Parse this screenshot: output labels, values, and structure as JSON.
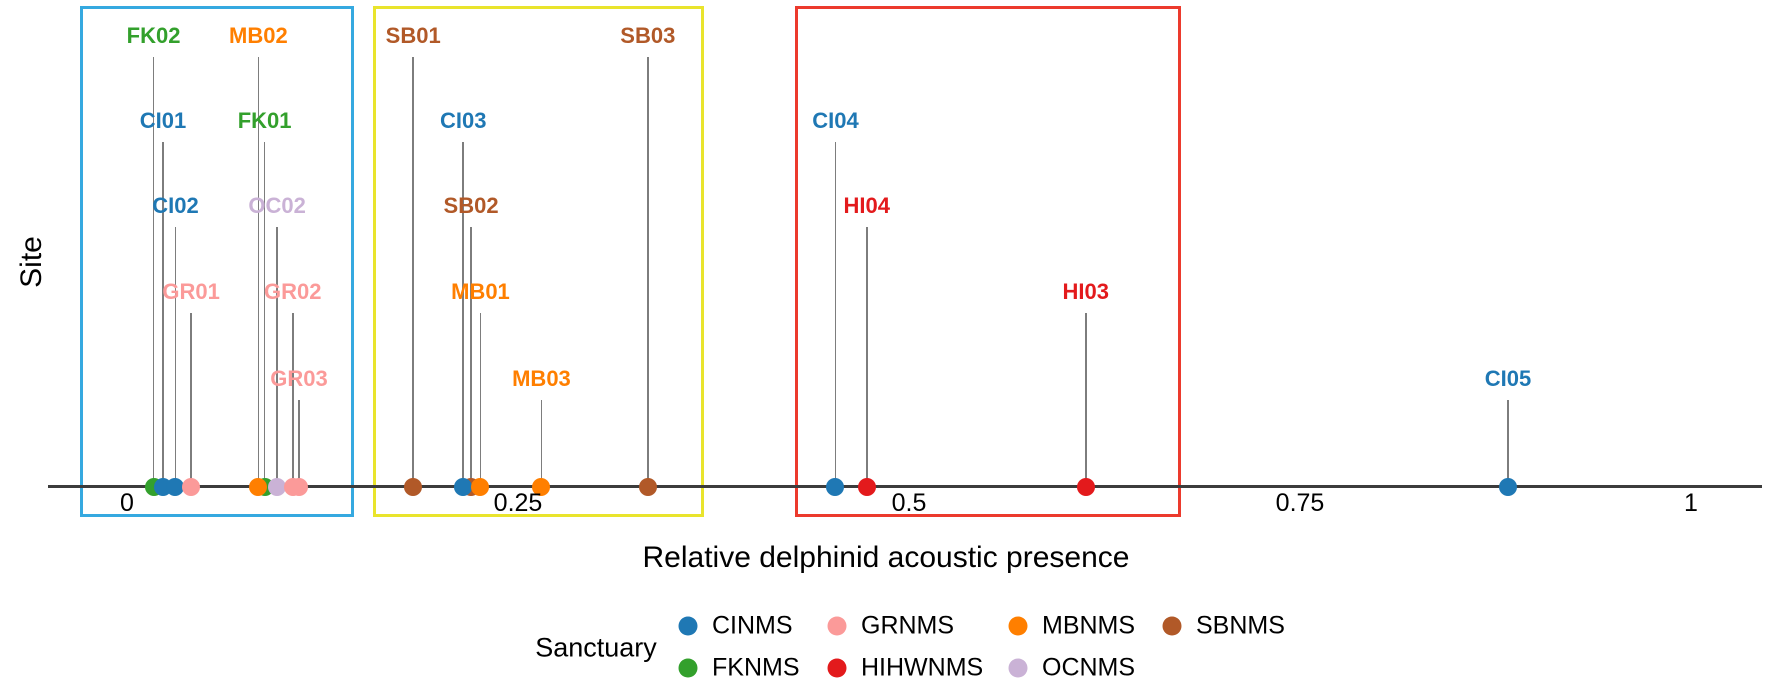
{
  "chart_data": {
    "type": "scatter",
    "subtype": "lollipop",
    "xlabel": "Relative delphinid acoustic presence",
    "ylabel": "Site",
    "xlim": [
      -0.05,
      1.05
    ],
    "x_ticks": [
      {
        "value": 0,
        "label": "0"
      },
      {
        "value": 0.25,
        "label": "0.25"
      },
      {
        "value": 0.5,
        "label": "0.5"
      },
      {
        "value": 0.75,
        "label": "0.75"
      },
      {
        "value": 1,
        "label": "1"
      }
    ],
    "points": [
      {
        "site": "FK02",
        "sanctuary": "FKNMS",
        "value": 0.017,
        "label_tier": 1
      },
      {
        "site": "CI01",
        "sanctuary": "CINMS",
        "value": 0.023,
        "label_tier": 2
      },
      {
        "site": "CI02",
        "sanctuary": "CINMS",
        "value": 0.031,
        "label_tier": 3
      },
      {
        "site": "GR01",
        "sanctuary": "GRNMS",
        "value": 0.041,
        "label_tier": 4
      },
      {
        "site": "FK01",
        "sanctuary": "FKNMS",
        "value": 0.088,
        "label_tier": 2
      },
      {
        "site": "MB02",
        "sanctuary": "MBNMS",
        "value": 0.084,
        "label_tier": 1
      },
      {
        "site": "OC02",
        "sanctuary": "OCNMS",
        "value": 0.096,
        "label_tier": 3
      },
      {
        "site": "GR02",
        "sanctuary": "GRNMS",
        "value": 0.106,
        "label_tier": 4
      },
      {
        "site": "GR03",
        "sanctuary": "GRNMS",
        "value": 0.11,
        "label_tier": 5
      },
      {
        "site": "SB01",
        "sanctuary": "SBNMS",
        "value": 0.183,
        "label_tier": 1
      },
      {
        "site": "SB02",
        "sanctuary": "SBNMS",
        "value": 0.22,
        "label_tier": 3
      },
      {
        "site": "CI03",
        "sanctuary": "CINMS",
        "value": 0.215,
        "label_tier": 2
      },
      {
        "site": "MB01",
        "sanctuary": "MBNMS",
        "value": 0.226,
        "label_tier": 4
      },
      {
        "site": "MB03",
        "sanctuary": "MBNMS",
        "value": 0.265,
        "label_tier": 5
      },
      {
        "site": "SB03",
        "sanctuary": "SBNMS",
        "value": 0.333,
        "label_tier": 1
      },
      {
        "site": "CI04",
        "sanctuary": "CINMS",
        "value": 0.453,
        "label_tier": 2
      },
      {
        "site": "HI04",
        "sanctuary": "HIHWNMS",
        "value": 0.473,
        "label_tier": 3
      },
      {
        "site": "HI03",
        "sanctuary": "HIHWNMS",
        "value": 0.613,
        "label_tier": 4
      },
      {
        "site": "CI05",
        "sanctuary": "CINMS",
        "value": 0.883,
        "label_tier": 5
      }
    ],
    "group_boxes": [
      {
        "name": "group-box-blue",
        "color": "#35a9e0",
        "x_min": -0.03,
        "x_max": 0.141
      },
      {
        "name": "group-box-yellow",
        "color": "#e9e42c",
        "x_min": 0.157,
        "x_max": 0.365
      },
      {
        "name": "group-box-red",
        "color": "#ec3a2d",
        "x_min": 0.427,
        "x_max": 0.67
      }
    ]
  },
  "sanctuary_colors": {
    "CINMS": "#1f78b4",
    "FKNMS": "#33a02c",
    "GRNMS": "#fb9a99",
    "HIHWNMS": "#e31a1c",
    "MBNMS": "#ff7f00",
    "OCNMS": "#cab2d6",
    "SBNMS": "#b15928"
  },
  "axis": {
    "x_title": "Relative delphinid acoustic presence",
    "y_title": "Site"
  },
  "legend": {
    "title": "Sanctuary",
    "entries": [
      {
        "label": "CINMS",
        "color": "#1f78b4",
        "col": 0,
        "row": 0
      },
      {
        "label": "FKNMS",
        "color": "#33a02c",
        "col": 0,
        "row": 1
      },
      {
        "label": "GRNMS",
        "color": "#fb9a99",
        "col": 1,
        "row": 0
      },
      {
        "label": "HIHWNMS",
        "color": "#e31a1c",
        "col": 1,
        "row": 1
      },
      {
        "label": "MBNMS",
        "color": "#ff7f00",
        "col": 2,
        "row": 0
      },
      {
        "label": "OCNMS",
        "color": "#cab2d6",
        "col": 2,
        "row": 1
      },
      {
        "label": "SBNMS",
        "color": "#b15928",
        "col": 3,
        "row": 0
      }
    ]
  }
}
